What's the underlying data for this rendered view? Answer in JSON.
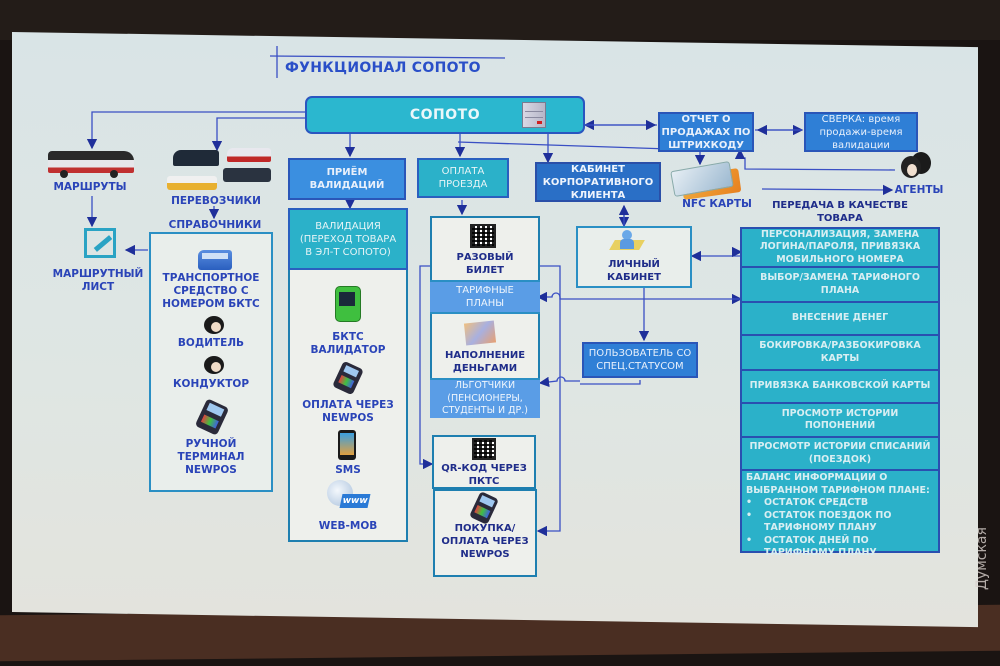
{
  "slide": {
    "title": "ФУНКЦИОНАЛ СОПОТО",
    "watermark": "Думская"
  },
  "colors": {
    "teal": "#2bb1c9",
    "blue": "#2f7fd6",
    "dark_blue": "#2a6fc6",
    "line": "#2a3fb8",
    "text_blue": "#2a44b8"
  },
  "main_node": {
    "label": "СОПОТО",
    "icon": "server-icon"
  },
  "top_right": {
    "sales_report": "ОТЧЕТ О ПРОДАЖАХ ПО ШТРИХКОДУ",
    "reconciliation": "СВЕРКА: время продажи-время валидации",
    "agents": "АГЕНТЫ",
    "nfc_cards": "NFC КАРТЫ",
    "transfer_label": "ПЕРЕДАЧА В КАЧЕСТВЕ ТОВАРА"
  },
  "left": {
    "routes": "МАРШРУТЫ",
    "carriers": "ПЕРЕВОЗЧИКИ",
    "waybill": "МАРШРУТНЫЙ ЛИСТ",
    "directories": "СПРАВОЧНИКИ",
    "directory_items": [
      {
        "label": "ТРАНСПОРТНОЕ СРЕДСТВО С НОМЕРОМ БКТС",
        "icon": "bus-icon"
      },
      {
        "label": "ВОДИТЕЛЬ",
        "icon": "person-icon"
      },
      {
        "label": "КОНДУКТОР",
        "icon": "person-icon"
      },
      {
        "label": "РУЧНОЙ ТЕРМИНАЛ NEWPOS",
        "icon": "pos-terminal-icon"
      }
    ]
  },
  "validation": {
    "header": "ПРИЁМ ВАЛИДАЦИЙ",
    "subheader": "ВАЛИДАЦИЯ (ПЕРЕХОД ТОВАРА В ЭЛ-Т СОПОТО)",
    "items": [
      {
        "label": "БКТС ВАЛИДАТОР",
        "icon": "validator-icon"
      },
      {
        "label": "ОПЛАТА ЧЕРЕЗ NEWPOS",
        "icon": "pos-terminal-icon"
      },
      {
        "label": "SMS",
        "icon": "smartphone-icon"
      },
      {
        "label": "WEB-MOB",
        "icon": "globe-www-icon"
      }
    ]
  },
  "payment": {
    "header": "ОПЛАТА ПРОЕЗДА",
    "single_ticket": "РАЗОВЫЙ БИЛЕТ",
    "tariff_plans": "ТАРИФНЫЕ ПЛАНЫ",
    "top_up": "НАПОЛНЕНИЕ ДЕНЬГАМИ",
    "privileged": "ЛЬГОТЧИКИ (ПЕНСИОНЕРЫ, СТУДЕНТЫ И ДР.)",
    "qr_code": "QR-КОД ЧЕРЕЗ ПКТС",
    "purchase": "ПОКУПКА/ ОПЛАТА ЧЕРЕЗ NEWPOS"
  },
  "corporate": {
    "header": "КАБИНЕТ КОРПОРАТИВНОГО КЛИЕНТА",
    "personal_cabinet": "ЛИЧНЫЙ КАБИНЕТ",
    "special_user": "ПОЛЬЗОВАТЕЛЬ СО СПЕЦ.СТАТУСОМ"
  },
  "cabinet_features": [
    "ПЕРСОНАЛИЗАЦИЯ, ЗАМЕНА ЛОГИНА/ПАРОЛЯ, ПРИВЯЗКА МОБИЛЬНОГО НОМЕРА",
    "ВЫБОР/ЗАМЕНА ТАРИФНОГО ПЛАНА",
    "ВНЕСЕНИЕ ДЕНЕГ",
    "БОКИРОВКА/РАЗБОКИРОВКА КАРТЫ",
    "ПРИВЯЗКА БАНКОВСКОЙ КАРТЫ",
    "ПРОСМОТР ИСТОРИИ ПОПОНЕНИЙ",
    "ПРОСМОТР ИСТОРИИ СПИСАНИЙ (ПОЕЗДОК)"
  ],
  "balance_info": {
    "title": "БАЛАНС ИНФОРМАЦИИ О ВЫБРАННОМ ТАРИФНОМ ПЛАНЕ:",
    "bullets": [
      "ОСТАТОК СРЕДСТВ",
      "ОСТАТОК ПОЕЗДОК ПО ТАРИФНОМУ ПЛАНУ",
      "ОСТАТОК ДНЕЙ ПО ТАРИФНОМУ ПЛАНУ"
    ]
  }
}
